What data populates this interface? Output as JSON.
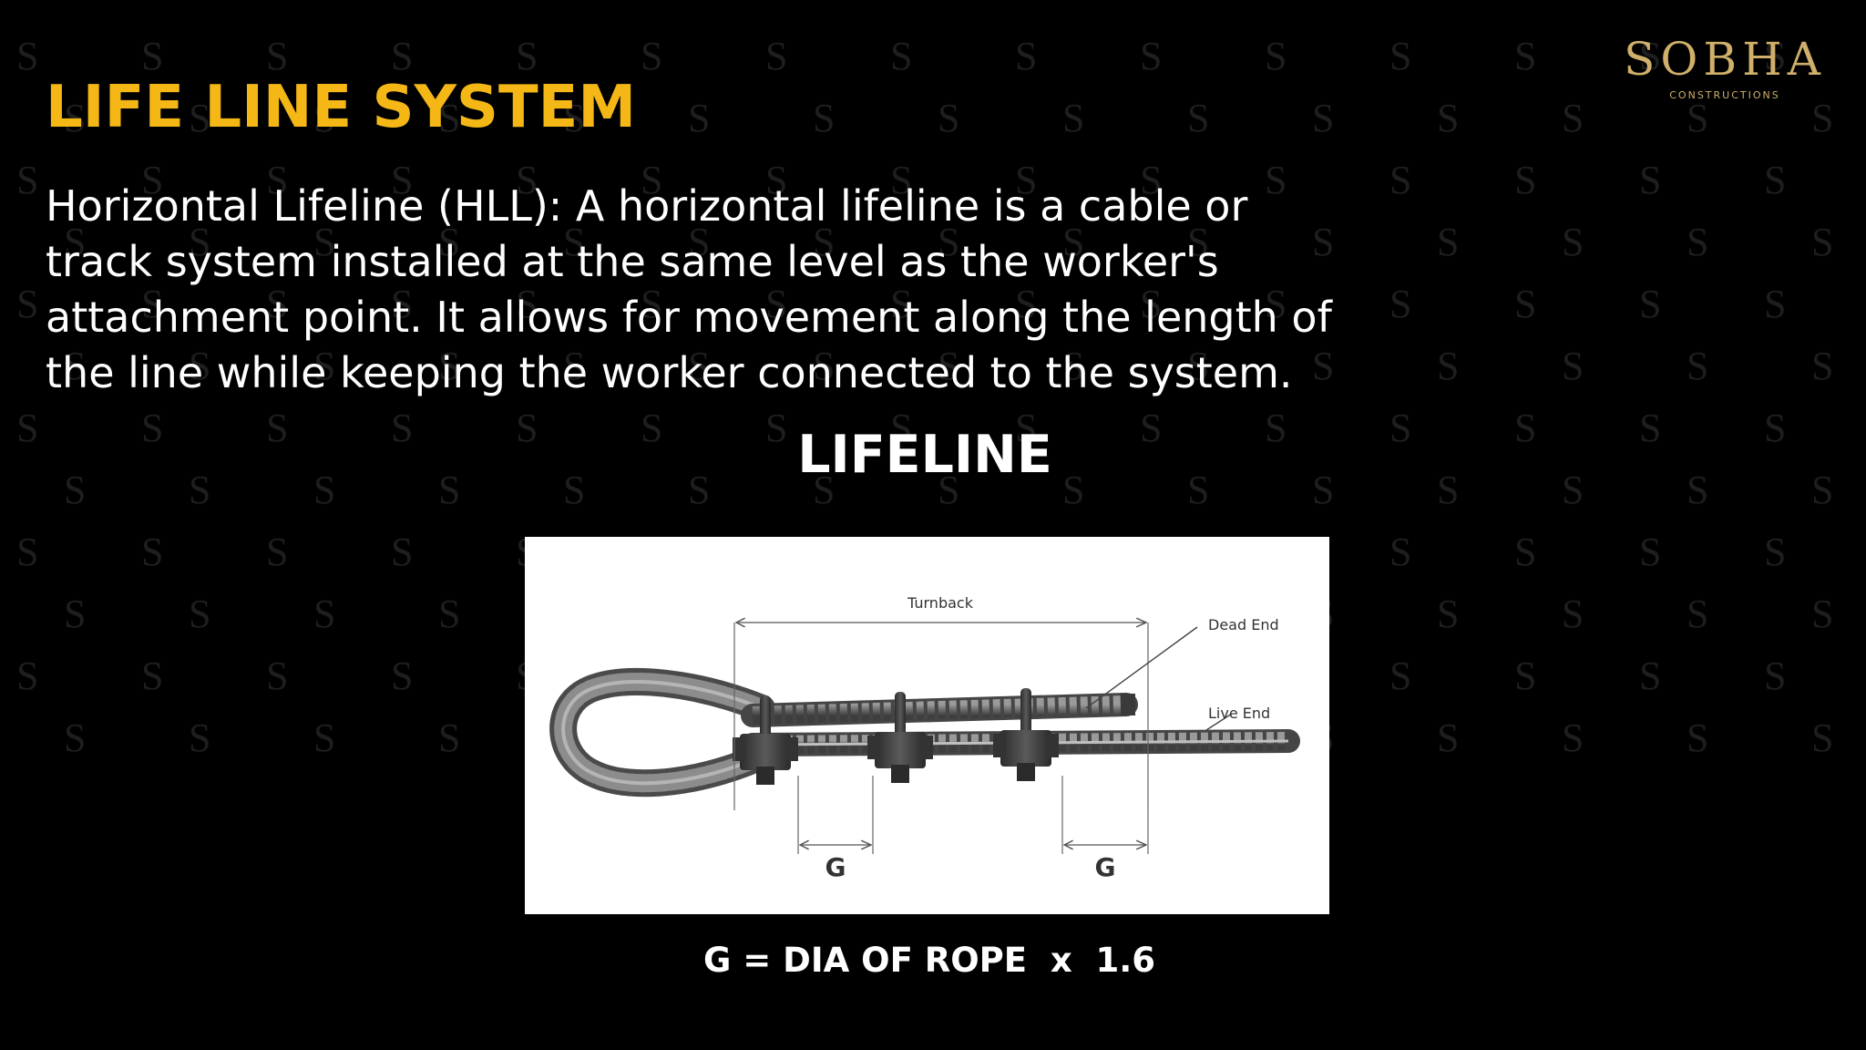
{
  "slide": {
    "title": "LIFE LINE SYSTEM",
    "body": "Horizontal Lifeline (HLL): A horizontal lifeline is a cable or track system installed at the same level as the worker's attachment point. It allows for movement along the length of the line while keeping the worker connected to the system."
  },
  "logo": {
    "word": "SOBHA",
    "tagline": "CONSTRUCTIONS"
  },
  "background_pattern": {
    "glyph": "S"
  },
  "diagram": {
    "heading": "LIFELINE",
    "labels": {
      "turnback": "Turnback",
      "dead_end": "Dead End",
      "live_end": "Live End",
      "gap_left": "G",
      "gap_right": "G"
    },
    "formula": "G = DIA OF ROPE  x  1.6"
  },
  "colors": {
    "background": "#000000",
    "title": "#F4B716",
    "body_text": "#FFFFFF",
    "logo": "#CFAF6A",
    "figure_background": "#FFFFFF"
  }
}
